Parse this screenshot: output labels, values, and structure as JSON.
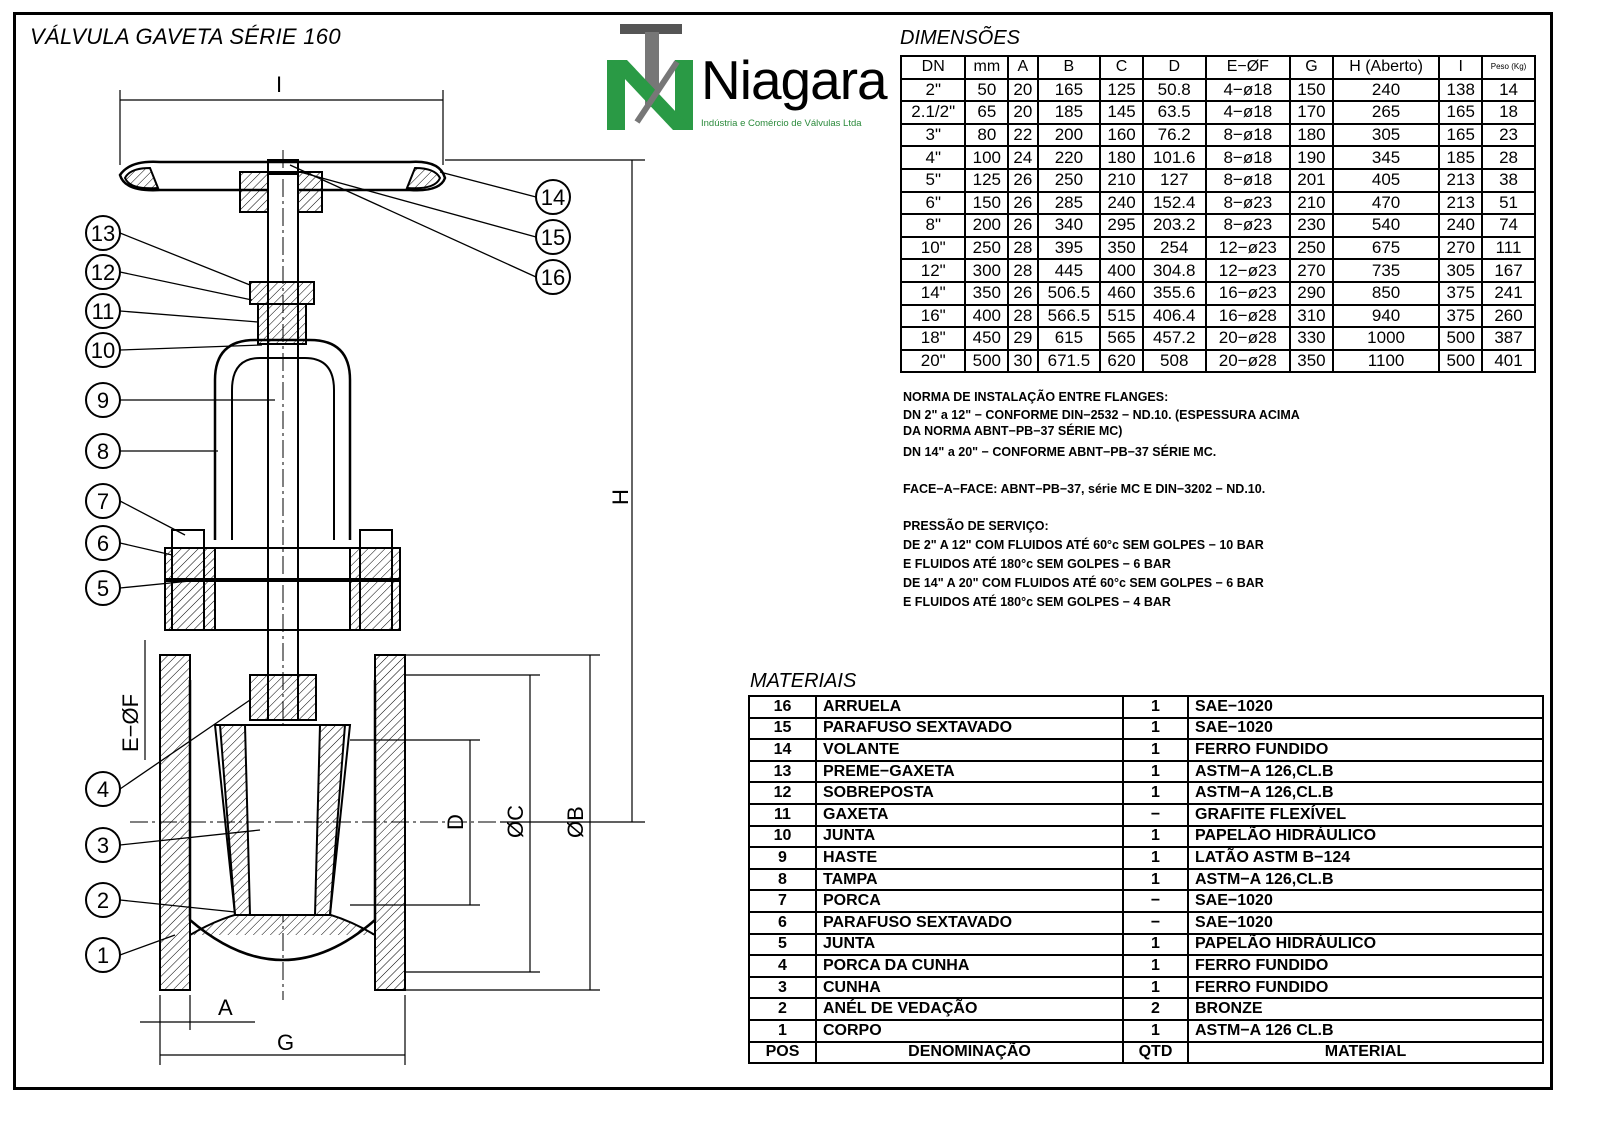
{
  "title": "VÁLVULA GAVETA SÉRIE 160",
  "logo": {
    "brand": "Niagara",
    "tagline": "Indústria e Comércio de Válvulas Ltda",
    "color": "#2a9a45"
  },
  "dimensions": {
    "title": "DIMENSÕES",
    "headers": [
      "DN",
      "mm",
      "A",
      "B",
      "C",
      "D",
      "E−ØF",
      "G",
      "H (Aberto)",
      "I",
      "Peso (Kg)"
    ],
    "rows": [
      [
        "2\"",
        "50",
        "20",
        "165",
        "125",
        "50.8",
        "4−ø18",
        "150",
        "240",
        "138",
        "14"
      ],
      [
        "2.1/2\"",
        "65",
        "20",
        "185",
        "145",
        "63.5",
        "4−ø18",
        "170",
        "265",
        "165",
        "18"
      ],
      [
        "3\"",
        "80",
        "22",
        "200",
        "160",
        "76.2",
        "8−ø18",
        "180",
        "305",
        "165",
        "23"
      ],
      [
        "4\"",
        "100",
        "24",
        "220",
        "180",
        "101.6",
        "8−ø18",
        "190",
        "345",
        "185",
        "28"
      ],
      [
        "5\"",
        "125",
        "26",
        "250",
        "210",
        "127",
        "8−ø18",
        "201",
        "405",
        "213",
        "38"
      ],
      [
        "6\"",
        "150",
        "26",
        "285",
        "240",
        "152.4",
        "8−ø23",
        "210",
        "470",
        "213",
        "51"
      ],
      [
        "8\"",
        "200",
        "26",
        "340",
        "295",
        "203.2",
        "8−ø23",
        "230",
        "540",
        "240",
        "74"
      ],
      [
        "10\"",
        "250",
        "28",
        "395",
        "350",
        "254",
        "12−ø23",
        "250",
        "675",
        "270",
        "111"
      ],
      [
        "12\"",
        "300",
        "28",
        "445",
        "400",
        "304.8",
        "12−ø23",
        "270",
        "735",
        "305",
        "167"
      ],
      [
        "14\"",
        "350",
        "26",
        "506.5",
        "460",
        "355.6",
        "16−ø23",
        "290",
        "850",
        "375",
        "241"
      ],
      [
        "16\"",
        "400",
        "28",
        "566.5",
        "515",
        "406.4",
        "16−ø28",
        "310",
        "940",
        "375",
        "260"
      ],
      [
        "18\"",
        "450",
        "29",
        "615",
        "565",
        "457.2",
        "20−ø28",
        "330",
        "1000",
        "500",
        "387"
      ],
      [
        "20\"",
        "500",
        "30",
        "671.5",
        "620",
        "508",
        "20−ø28",
        "350",
        "1100",
        "500",
        "401"
      ]
    ]
  },
  "notes": {
    "install_title": "NORMA DE INSTALAÇÃO ENTRE FLANGES:",
    "install_1a": "DN 2\" a 12\" − CONFORME DIN−2532 − ND.10. (ESPESSURA ACIMA",
    "install_1b": "DA NORMA ABNT−PB−37 SÉRIE MC)",
    "install_2": "DN 14\" a 20\" − CONFORME ABNT−PB−37 SÉRIE MC.",
    "face": "FACE−A−FACE: ABNT−PB−37, série MC E DIN−3202 − ND.10.",
    "pressure_title": "PRESSÃO DE SERVIÇO:",
    "pressure_1": "DE 2\" A 12\" COM FLUIDOS ATÉ 60°c SEM GOLPES − 10 BAR",
    "pressure_2": "E FLUIDOS ATÉ 180°c SEM GOLPES − 6 BAR",
    "pressure_3": "DE 14\" A 20\" COM FLUIDOS ATÉ 60°c SEM GOLPES − 6 BAR",
    "pressure_4": "E FLUIDOS ATÉ 180°c SEM GOLPES − 4 BAR"
  },
  "materials": {
    "title": "MATERIAIS",
    "headers": [
      "POS",
      "DENOMINAÇÃO",
      "QTD",
      "MATERIAL"
    ],
    "rows": [
      [
        "16",
        "ARRUELA",
        "1",
        "SAE−1020"
      ],
      [
        "15",
        "PARAFUSO SEXTAVADO",
        "1",
        "SAE−1020"
      ],
      [
        "14",
        "VOLANTE",
        "1",
        "FERRO FUNDIDO"
      ],
      [
        "13",
        "PREME−GAXETA",
        "1",
        "ASTM−A 126,CL.B"
      ],
      [
        "12",
        "SOBREPOSTA",
        "1",
        "ASTM−A 126,CL.B"
      ],
      [
        "11",
        "GAXETA",
        "−",
        "GRAFITE FLEXÍVEL"
      ],
      [
        "10",
        "JUNTA",
        "1",
        "PAPELÃO HIDRÁULICO"
      ],
      [
        "9",
        "HASTE",
        "1",
        "LATÃO ASTM B−124"
      ],
      [
        "8",
        "TAMPA",
        "1",
        "ASTM−A 126,CL.B"
      ],
      [
        "7",
        "PORCA",
        "−",
        "SAE−1020"
      ],
      [
        "6",
        "PARAFUSO SEXTAVADO",
        "−",
        "SAE−1020"
      ],
      [
        "5",
        "JUNTA",
        "1",
        "PAPELÃO HIDRÁULICO"
      ],
      [
        "4",
        "PORCA DA CUNHA",
        "1",
        "FERRO FUNDIDO"
      ],
      [
        "3",
        "CUNHA",
        "1",
        "FERRO FUNDIDO"
      ],
      [
        "2",
        "ANÉL DE VEDAÇÃO",
        "2",
        "BRONZE"
      ],
      [
        "1",
        "CORPO",
        "1",
        "ASTM−A 126 CL.B"
      ]
    ]
  },
  "drawing": {
    "balloons": [
      "1",
      "2",
      "3",
      "4",
      "5",
      "6",
      "7",
      "8",
      "9",
      "10",
      "11",
      "12",
      "13",
      "14",
      "15",
      "16"
    ],
    "dim_labels": {
      "I": "I",
      "H": "H",
      "EF": "E−ØF",
      "D": "D",
      "C": "ØC",
      "B": "ØB",
      "A": "A",
      "G": "G"
    }
  }
}
